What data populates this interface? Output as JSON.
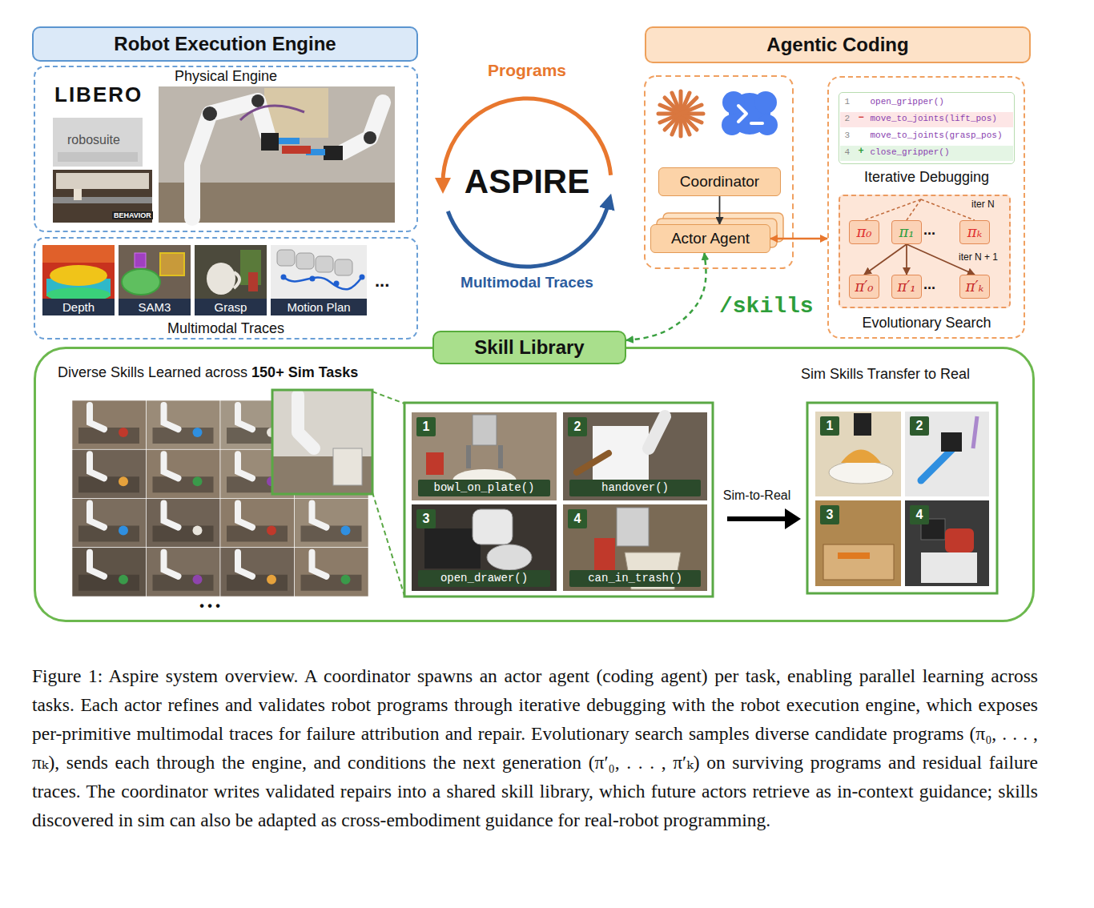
{
  "diagram": {
    "caption": "Figure 1: Aspire system overview. A coordinator spawns an actor agent (coding agent) per task, enabling parallel learning across tasks. Each actor refines and validates robot programs through iterative debugging with the robot execution engine, which exposes per-primitive multimodal traces for failure attribution and repair. Evolutionary search samples diverse candidate programs (π₀, . . . , πₖ), sends each through the engine, and conditions the next generation (π′₀, . . . , π′ₖ) on surviving programs and residual failure traces. The coordinator writes validated repairs into a shared skill library, which future actors retrieve as in-context guidance; skills discovered in sim can also be adapted as cross-embodiment guidance for real-robot programming.",
    "nodes": [
      {
        "text": [
          "Robot Execution Engine"
        ]
      },
      {
        "text": [
          "Physical Engine"
        ]
      },
      {
        "text": [
          "Multimodal Traces"
        ]
      },
      {
        "text": [
          "Depth"
        ],
        "in": 2
      },
      {
        "text": [
          "SAM3"
        ],
        "in": 2
      },
      {
        "text": [
          "Grasp"
        ],
        "in": 2
      },
      {
        "text": [
          "Motion Plan"
        ],
        "in": 2
      },
      {
        "text": [
          "Agentic Coding"
        ]
      },
      {
        "text": [
          "Coordinator"
        ]
      },
      {
        "text": [
          "Actor Agent"
        ]
      },
      {
        "text": [
          "Iterative Debugging",
          "Evolutionary Search"
        ]
      },
      {
        "text": [
          "1",
          "open_gripper()",
          "2",
          "−",
          "move_to_joints(lift_pos)",
          "3",
          "move_to_joints(grasp_pos)",
          "4",
          "+",
          "close_gripper()"
        ],
        "in": 10
      },
      {
        "text": [
          "iter N",
          "...",
          "iter N + 1",
          "..."
        ],
        "in": 10
      },
      {
        "text": [
          "π₀"
        ],
        "in": 12
      },
      {
        "text": [
          "π₁"
        ],
        "in": 12
      },
      {
        "text": [
          "πₖ"
        ],
        "in": 12
      },
      {
        "text": [
          "π′₀"
        ],
        "in": 12
      },
      {
        "text": [
          "π′₁"
        ],
        "in": 12
      },
      {
        "text": [
          "π′ₖ"
        ],
        "in": 12
      },
      {
        "text": [
          "Skill Library"
        ]
      },
      {
        "text": [
          "Diverse Skills Learned across",
          "150+ Sim Tasks",
          "Sim Skills Transfer to Real"
        ]
      },
      {
        "text": [
          "1",
          "bowl_on_plate()"
        ],
        "in": 20
      },
      {
        "text": [
          "2",
          "handover()"
        ],
        "in": 20
      },
      {
        "text": [
          "3",
          "open_drawer()"
        ],
        "in": 20
      },
      {
        "text": [
          "4",
          "can_in_trash()"
        ],
        "in": 20
      },
      {
        "text": [
          "1"
        ],
        "in": 20
      },
      {
        "text": [
          "2"
        ],
        "in": 20
      },
      {
        "text": [
          "3"
        ],
        "in": 20
      },
      {
        "text": [
          "4"
        ],
        "in": 20
      }
    ],
    "edges": [
      {
        "from": 8,
        "to": 9,
        "arrow": "to"
      },
      {
        "from": 9,
        "to": 10,
        "arrow": "both"
      },
      {
        "from": 19,
        "to": 9,
        "arrow": "both",
        "label": "/skills"
      },
      {
        "from": 14,
        "to": 16,
        "arrow": "to"
      },
      {
        "from": 14,
        "to": 17,
        "arrow": "to"
      },
      {
        "from": 14,
        "to": 18,
        "arrow": "to"
      }
    ],
    "labels": [
      "LIBERO",
      "robosuite",
      "BEHAVIOR",
      "...",
      "Programs",
      "ASPIRE",
      "Multimodal Traces",
      "Sim-to-Real",
      "• • •"
    ]
  }
}
